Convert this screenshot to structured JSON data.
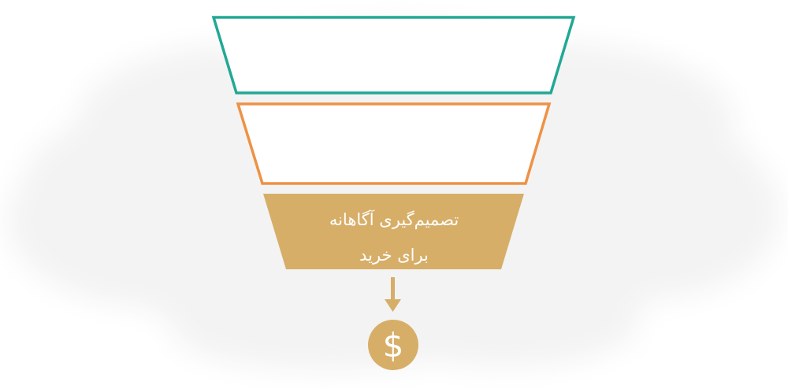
{
  "funnel": {
    "stages": [
      {
        "lines": [],
        "style": "outline",
        "color": "#22a895"
      },
      {
        "lines": [],
        "style": "outline",
        "color": "#ee9245"
      },
      {
        "lines": [
          "تصمیم‌گیری آگاهانه",
          "برای خرید"
        ],
        "style": "filled",
        "color": "#d7ae68"
      }
    ],
    "background_color": "#f3f3f3",
    "arrow": {
      "icon": "arrow-down-icon",
      "color": "#d7ae68"
    },
    "result": {
      "icon": "dollar-icon",
      "symbol": "$",
      "color": "#d7ae68"
    }
  }
}
